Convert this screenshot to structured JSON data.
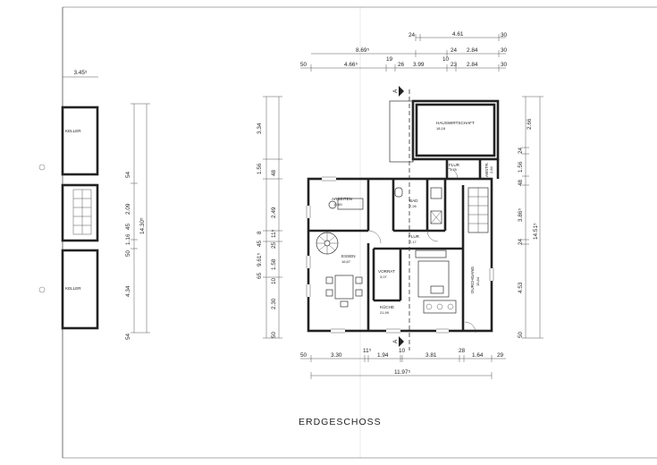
{
  "sheet_title": "ERDGESCHOSS",
  "rooms": {
    "hauswirtschaft": {
      "name": "HAUSWIRTSCHAFT",
      "area": "18,18"
    },
    "flur_small": {
      "name": "FLUR",
      "area": "1,78"
    },
    "abstellraum": {
      "name": "ABSTR.",
      "area": "2,84"
    },
    "arbeiten": {
      "name": "ARBEITEN",
      "area": "11,60"
    },
    "bad": {
      "name": "BAD",
      "area": "7,26"
    },
    "flur": {
      "name": "FLUR",
      "area": "7,17"
    },
    "essen": {
      "name": "ESSEN",
      "area": "16,67"
    },
    "vorrat": {
      "name": "VORRAT",
      "area": "3,07"
    },
    "kueche": {
      "name": "KÜCHE",
      "area": "21,99"
    },
    "durchgang": {
      "name": "DURCHGANG",
      "area": "15,84"
    },
    "keller_upper": {
      "name": "KELLER"
    },
    "keller_lower": {
      "name": "KELLER"
    }
  },
  "section_marks": {
    "top": "A",
    "bottom": "A"
  },
  "dims": {
    "top_row1": [
      "24",
      "4.61",
      "30"
    ],
    "top_row2": [
      "8.69⁵",
      "24",
      "2.84",
      "30"
    ],
    "top_row3": [
      "50",
      "4.66⁵",
      "19",
      "26",
      "3.99",
      "10",
      "23",
      "2.84",
      "30"
    ],
    "bottom_row1": [
      "50",
      "3.30",
      "11⁵",
      "1.94",
      "10",
      "3.81",
      "28",
      "1.64",
      "29"
    ],
    "bottom_total": "11.97⁵",
    "left_segments": [
      "3.34",
      "1.56",
      "48",
      "2.49",
      "11⁵",
      "25",
      "1.58",
      "10",
      "2.30",
      "50"
    ],
    "left_total": "9.61⁵",
    "left_small": [
      "8",
      "45",
      "65"
    ],
    "right_segments": [
      "2.66",
      "24",
      "1.56",
      "48",
      "3.86⁵",
      "24",
      "4.53",
      "50"
    ],
    "right_total": "14.51⁵",
    "left_side_segments": [
      "54",
      "2.09",
      "45",
      "1.16",
      "50",
      "4.34",
      "54"
    ],
    "left_side_total": "14.30⁵",
    "left_side_top": "3.45⁵"
  }
}
